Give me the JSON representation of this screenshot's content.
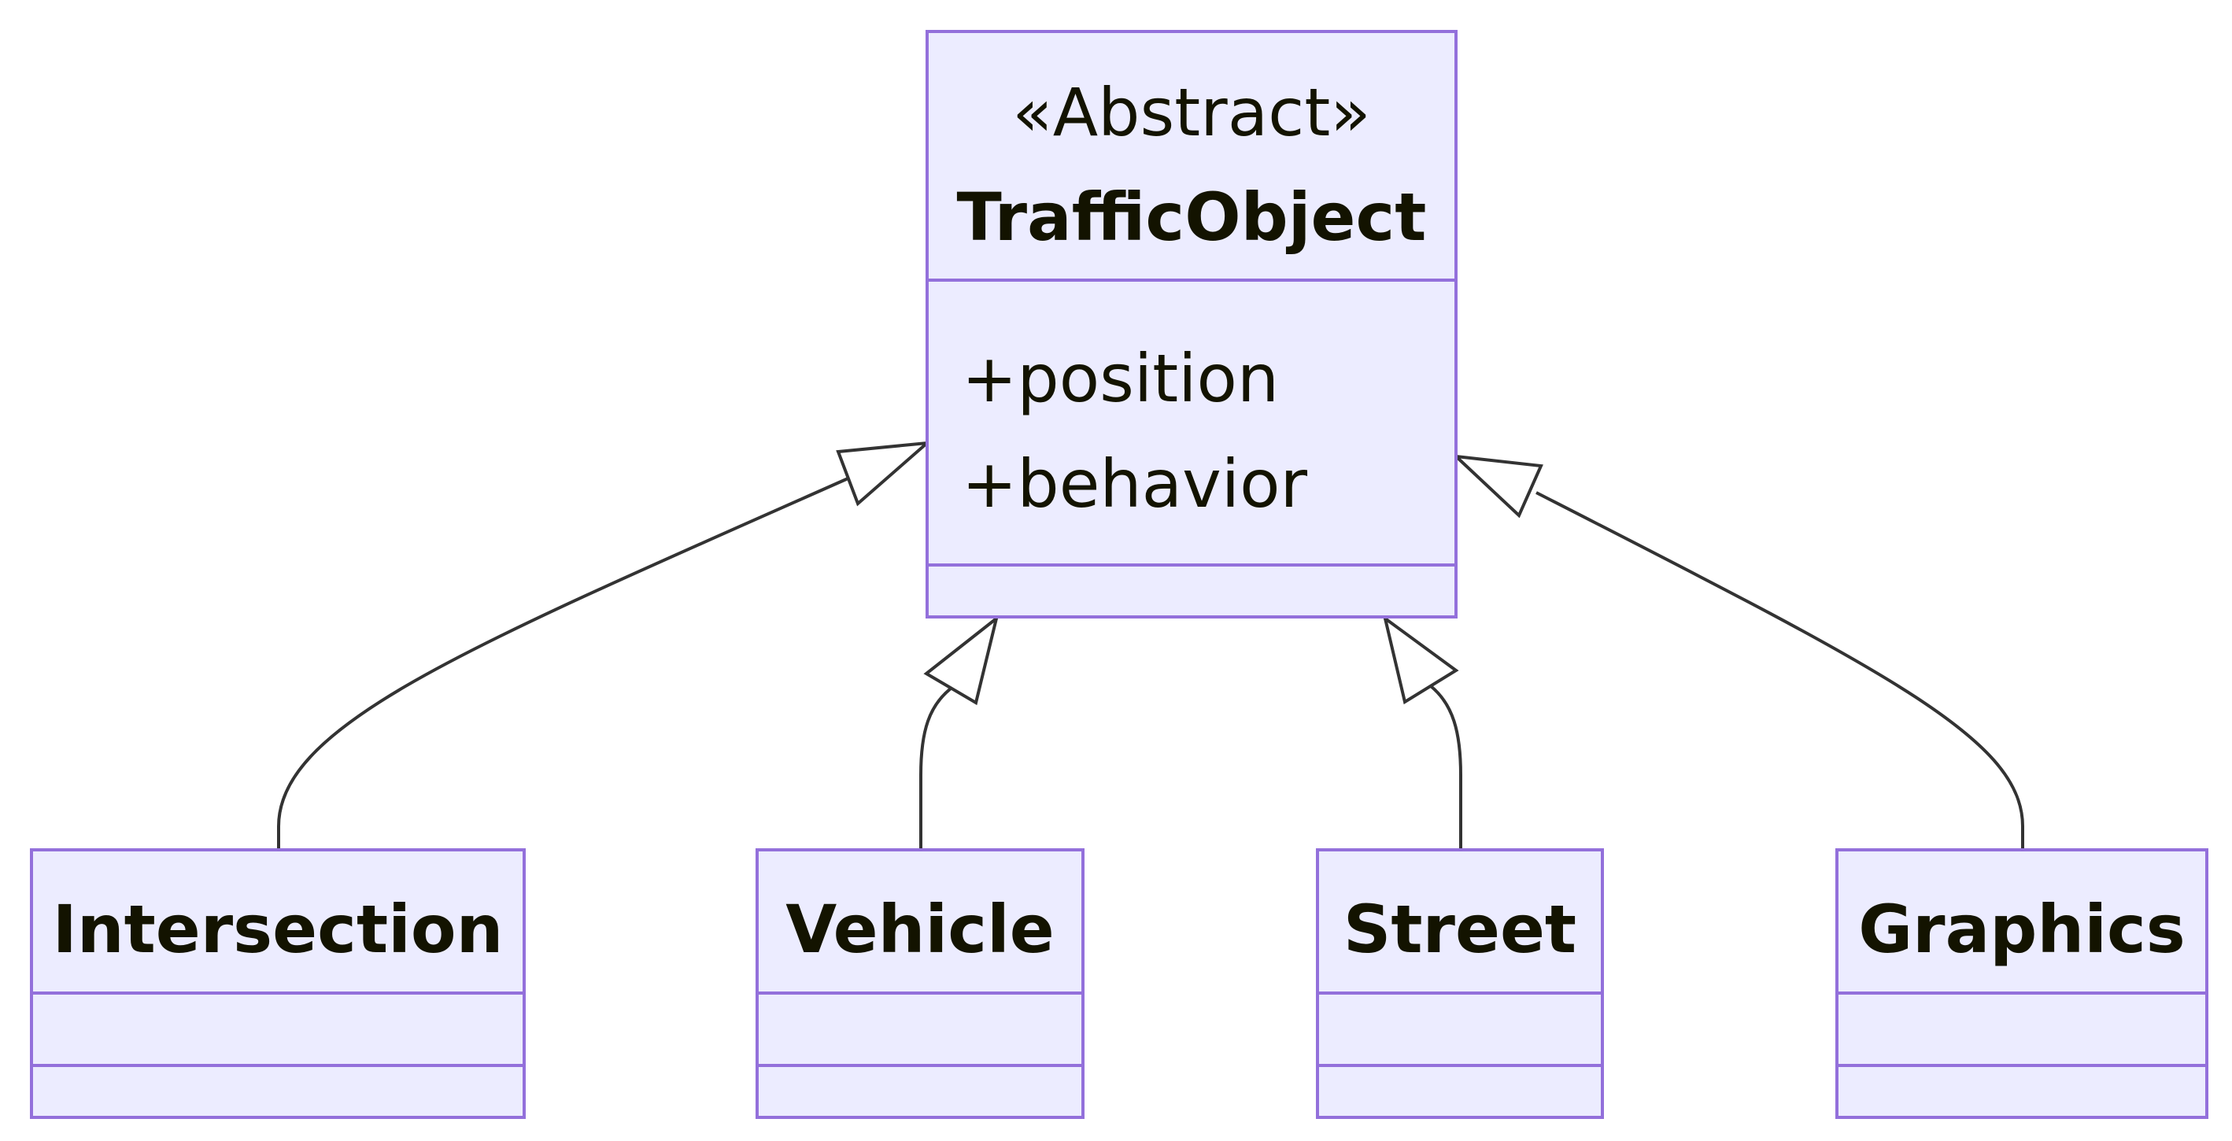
{
  "diagram": {
    "type": "uml-class-diagram",
    "parent": {
      "stereotype": "«Abstract»",
      "name": "TrafficObject",
      "attributes": [
        "+position",
        "+behavior"
      ],
      "methods": []
    },
    "children": [
      {
        "name": "Intersection",
        "attributes": [],
        "methods": []
      },
      {
        "name": "Vehicle",
        "attributes": [],
        "methods": []
      },
      {
        "name": "Street",
        "attributes": [],
        "methods": []
      },
      {
        "name": "Graphics",
        "attributes": [],
        "methods": []
      }
    ],
    "relationships": [
      {
        "from": "Intersection",
        "to": "TrafficObject",
        "kind": "inheritance"
      },
      {
        "from": "Vehicle",
        "to": "TrafficObject",
        "kind": "inheritance"
      },
      {
        "from": "Street",
        "to": "TrafficObject",
        "kind": "inheritance"
      },
      {
        "from": "Graphics",
        "to": "TrafficObject",
        "kind": "inheritance"
      }
    ],
    "colors": {
      "box_fill": "#ECECFF",
      "box_stroke": "#9370DB",
      "edge_stroke": "#333333",
      "text": "#131300"
    }
  }
}
